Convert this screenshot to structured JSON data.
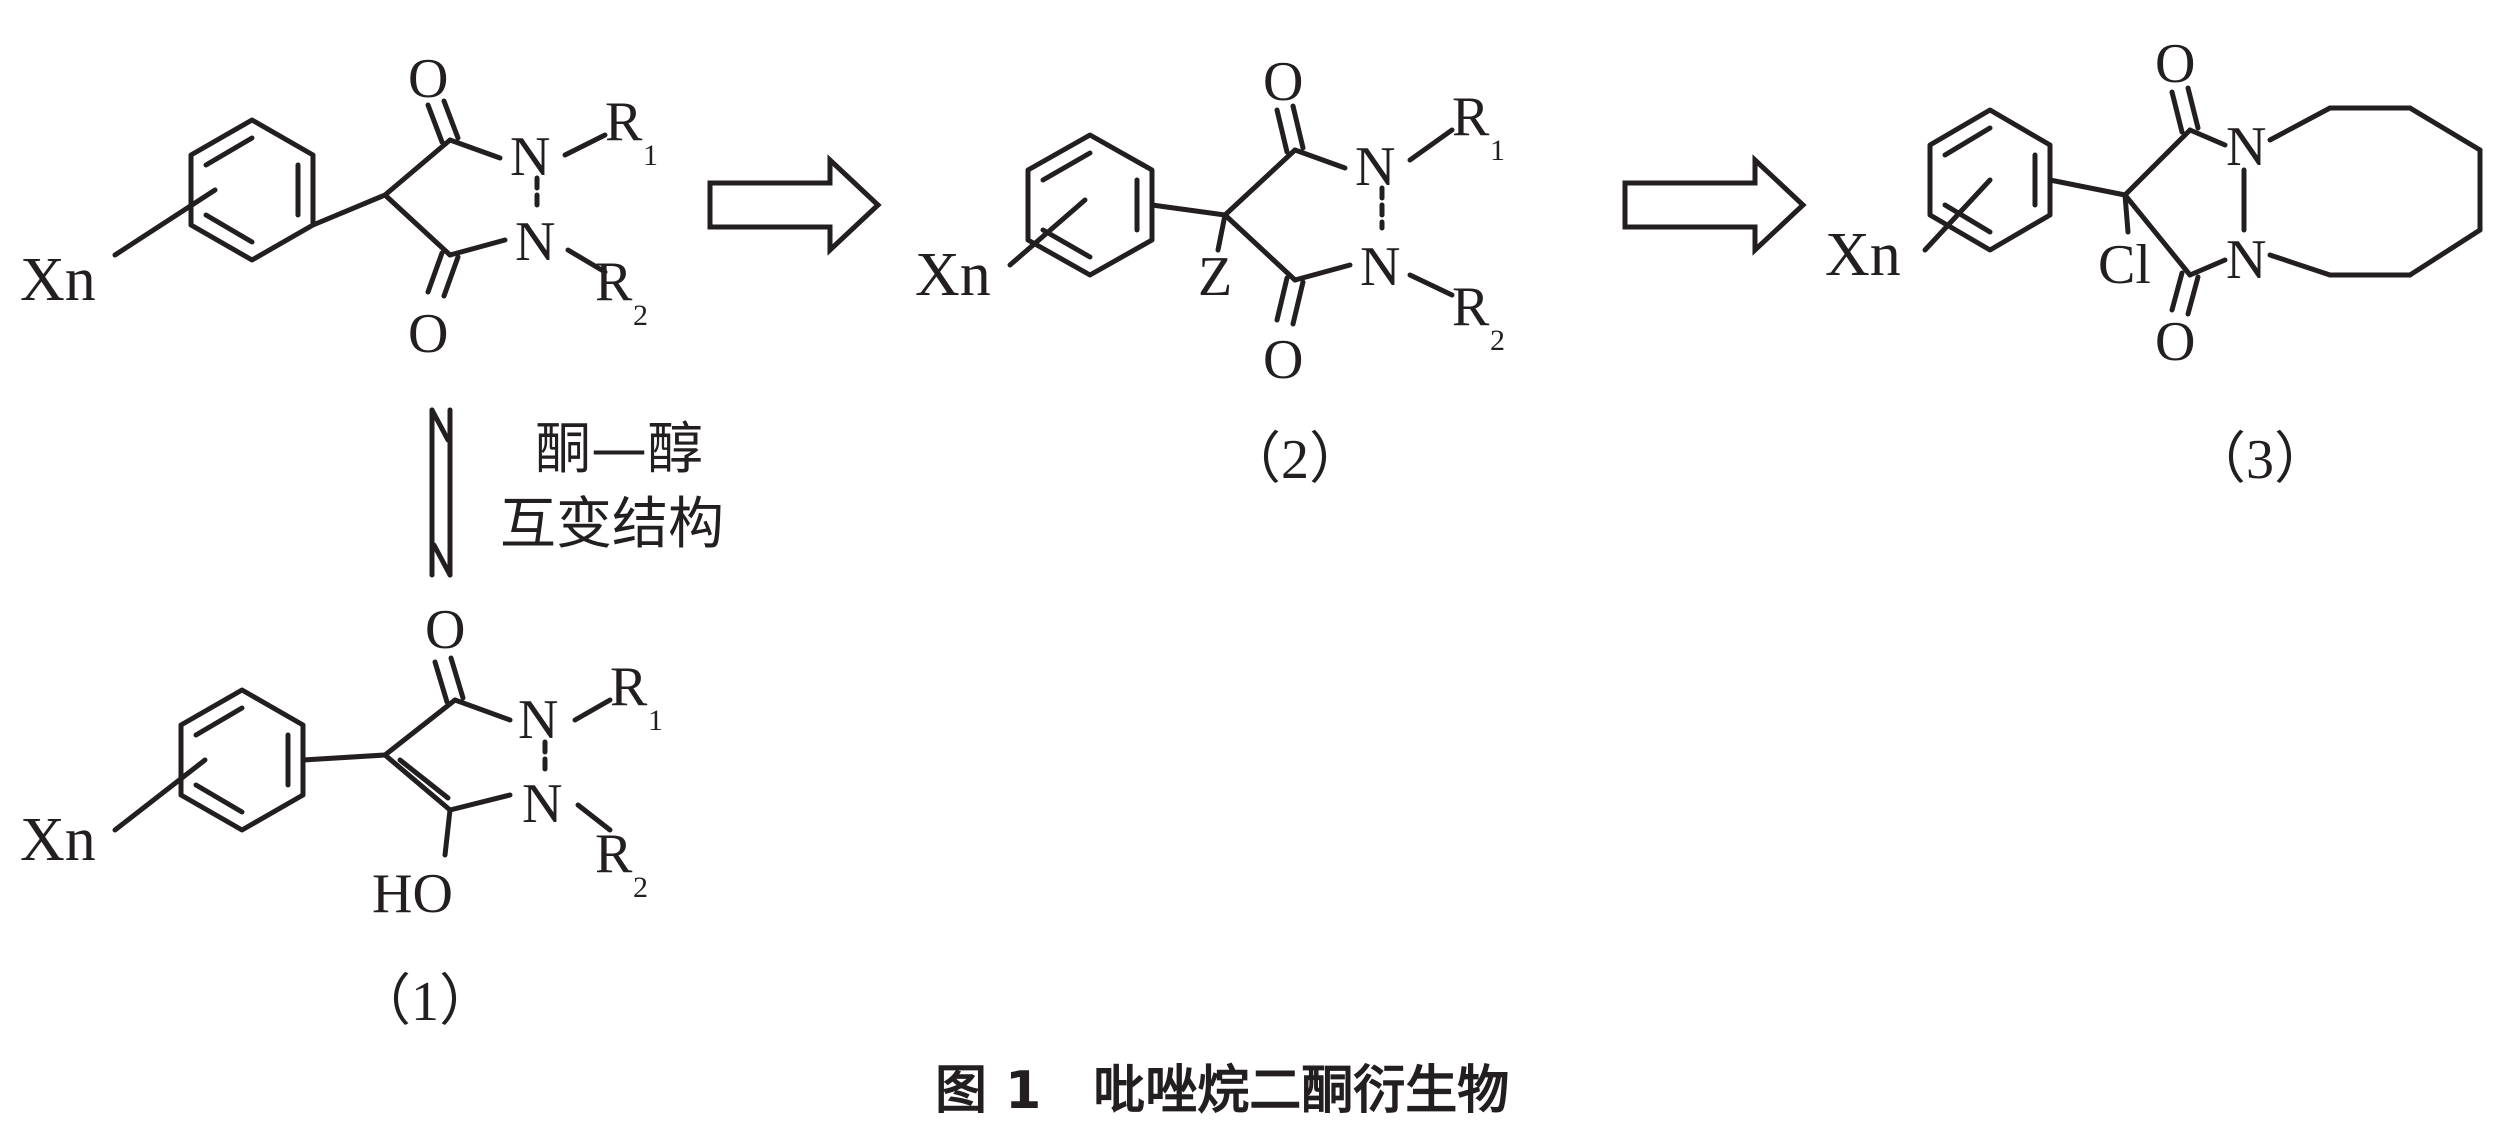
{
  "compound1": {
    "label": "（1）",
    "keto": {
      "substituent": "Xn",
      "o_top": "O",
      "o_bottom": "O",
      "n1": "N",
      "n2": "N",
      "r1": "R",
      "r1_sub": "1",
      "r2": "R",
      "r2_sub": "2"
    },
    "enol": {
      "substituent": "Xn",
      "o_top": "O",
      "oh": "HO",
      "n1": "N",
      "n2": "N",
      "r1": "R",
      "r1_sub": "1",
      "r2": "R",
      "r2_sub": "2"
    }
  },
  "tautomerism_label": {
    "line1": "酮—醇",
    "line2": "互变结构"
  },
  "compound2": {
    "label": "（2）",
    "substituent": "Xn",
    "o_top": "O",
    "o_bottom": "O",
    "z": "Z",
    "n1": "N",
    "n2": "N",
    "r1": "R",
    "r1_sub": "1",
    "r2": "R",
    "r2_sub": "2"
  },
  "compound3": {
    "label": "（3）",
    "substituent": "Xn",
    "o_top": "O",
    "o_bottom": "O",
    "cl": "Cl",
    "n1": "N",
    "n2": "N"
  },
  "caption": "图 1　吡唑烷二酮衍生物"
}
